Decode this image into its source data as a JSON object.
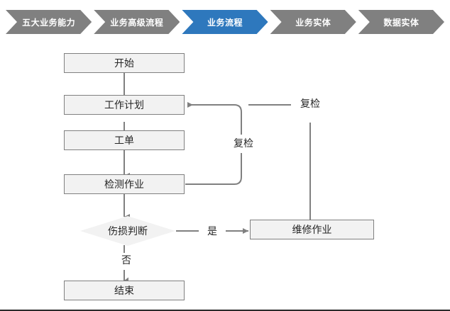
{
  "breadcrumb": {
    "items": [
      {
        "label": "五大业务能力",
        "active": false
      },
      {
        "label": "业务高级流程",
        "active": false
      },
      {
        "label": "业务流程",
        "active": true
      },
      {
        "label": "业务实体",
        "active": false
      },
      {
        "label": "数据实体",
        "active": false
      }
    ],
    "active_color": "#2E78BD",
    "inactive_color": "#808080",
    "text_color": "#FFFFFF"
  },
  "flowchart": {
    "node_fill": "#F2F2F2",
    "node_border": "#808080",
    "connector_color": "#808080",
    "nodes": {
      "start": "开始",
      "work_plan": "工作计划",
      "work_order": "工单",
      "inspection": "检测作业",
      "decision": "伤损判断",
      "repair": "维修作业",
      "end": "结束"
    },
    "edge_labels": {
      "yes": "是",
      "no": "否",
      "recheck_inspection": "复检",
      "recheck_repair": "复检"
    }
  }
}
